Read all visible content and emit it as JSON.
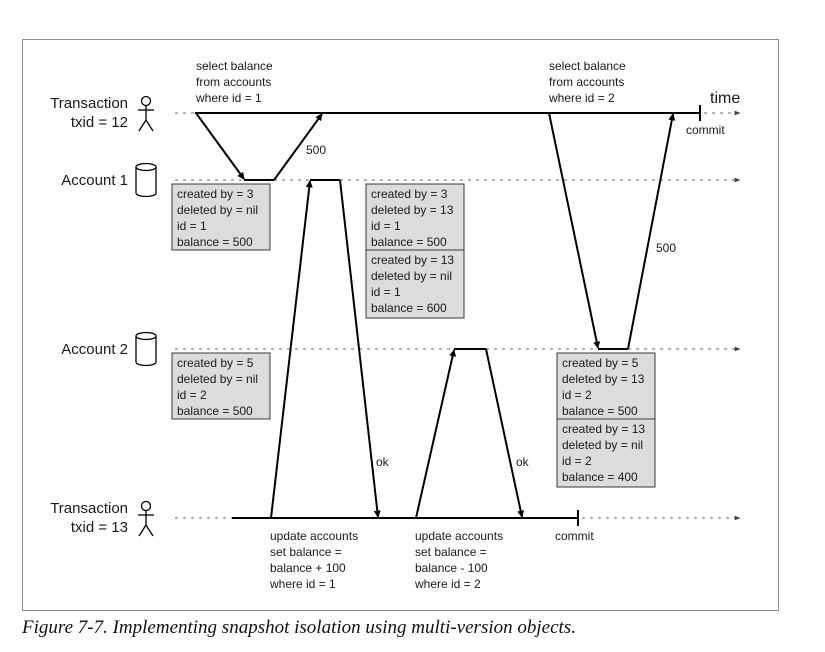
{
  "caption": "Figure 7-7. Implementing snapshot isolation using multi-version objects.",
  "time_label": "time",
  "actors": {
    "tx12": {
      "line1": "Transaction",
      "line2": "txid = 12"
    },
    "tx13": {
      "line1": "Transaction",
      "line2": "txid = 13"
    }
  },
  "objects": {
    "account1": "Account 1",
    "account2": "Account 2"
  },
  "queries": {
    "q1": [
      "select balance",
      "from accounts",
      "where id = 1"
    ],
    "q2": [
      "select balance",
      "from accounts",
      "where id = 2"
    ],
    "u1": [
      "update accounts",
      "set balance =",
      "balance + 100",
      "where id = 1"
    ],
    "u2": [
      "update accounts",
      "set balance =",
      "balance - 100",
      "where id = 2"
    ]
  },
  "labels": {
    "commit12": "commit",
    "commit13": "commit",
    "r1": "500",
    "r2": "500",
    "ok1": "ok",
    "ok2": "ok"
  },
  "versions": {
    "a1_initial": [
      "created by = 3",
      "deleted by = nil",
      "id = 1",
      "balance = 500"
    ],
    "a1_old": [
      "created by = 3",
      "deleted by = 13",
      "id = 1",
      "balance = 500"
    ],
    "a1_new": [
      "created by = 13",
      "deleted by = nil",
      "id = 1",
      "balance = 600"
    ],
    "a2_initial": [
      "created by = 5",
      "deleted by = nil",
      "id = 2",
      "balance = 500"
    ],
    "a2_old": [
      "created by = 5",
      "deleted by = 13",
      "id = 2",
      "balance = 500"
    ],
    "a2_new": [
      "created by = 13",
      "deleted by = nil",
      "id = 2",
      "balance = 400"
    ]
  }
}
